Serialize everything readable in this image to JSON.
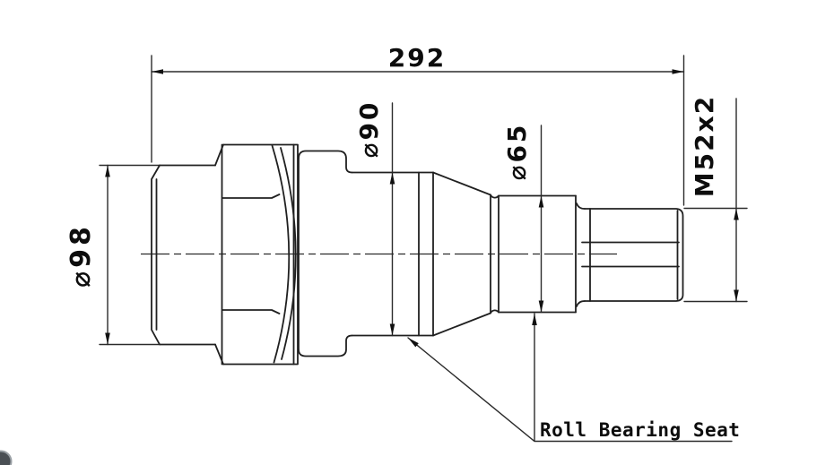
{
  "drawing": {
    "type": "technical-part-drawing",
    "labels": {
      "overall_length": "292",
      "diameter_98": "⌀98",
      "diameter_90": "⌀90",
      "diameter_65": "⌀65",
      "thread": "M52x2",
      "callout": "Roll Bearing Seat"
    },
    "colors": {
      "line": "#202020",
      "text": "#0d0d0d",
      "background": "#ffffff",
      "corner_dot": "#4a4f54"
    }
  }
}
